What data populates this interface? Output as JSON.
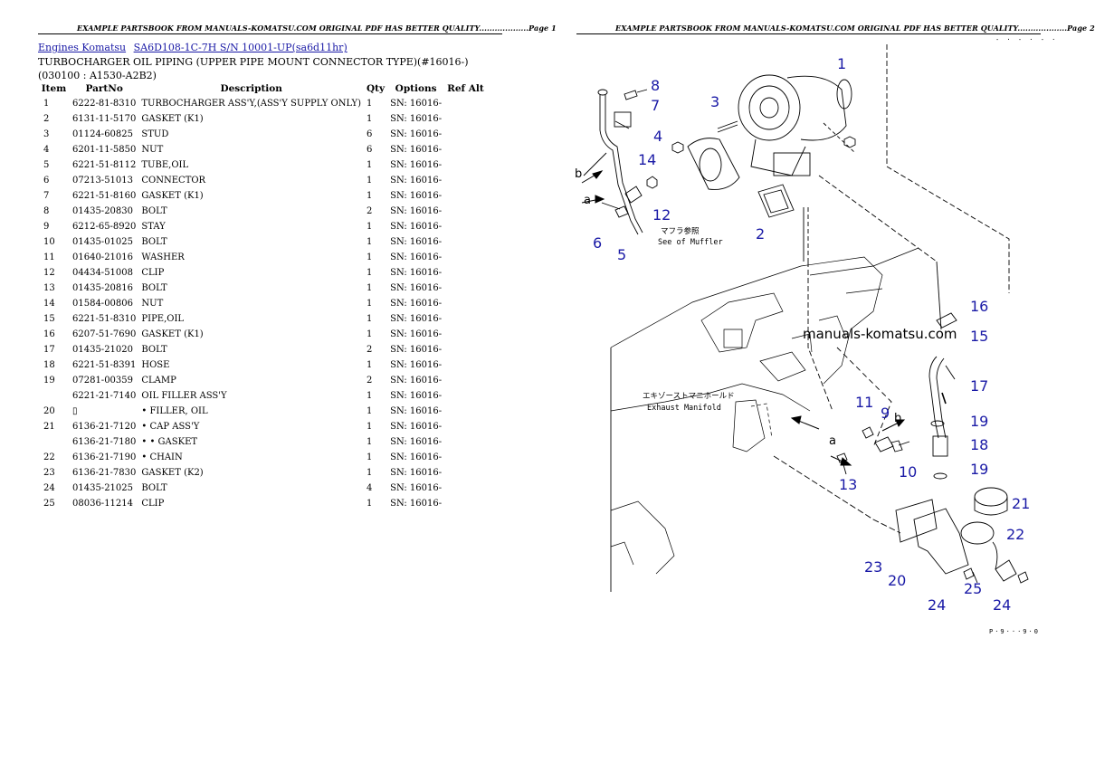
{
  "left_page": {
    "header": "EXAMPLE PARTSBOOK FROM MANUALS-KOMATSU.COM ORIGINAL PDF HAS BETTER QUALITY...................Page 1",
    "breadcrumbs": [
      "Engines Komatsu",
      "SA6D108-1C-7H S/N 10001-UP(sa6d11hr)"
    ],
    "title": "TURBOCHARGER OIL PIPING (UPPER PIPE MOUNT CONNECTOR TYPE)(#16016-)(030100 : A1530-A2B2)",
    "columns": [
      "Item",
      "PartNo",
      "Description",
      "Qty",
      "Options",
      "Ref Alt"
    ],
    "rows": [
      {
        "item": "1",
        "part": "6222-81-8310",
        "desc": "TURBOCHARGER ASS'Y,(ASS'Y SUPPLY ONLY)",
        "qty": "1",
        "opt": "SN: 16016-",
        "ref": ""
      },
      {
        "item": "2",
        "part": "6131-11-5170",
        "desc": "GASKET (K1)",
        "qty": "1",
        "opt": "SN: 16016-",
        "ref": ""
      },
      {
        "item": "3",
        "part": "01124-60825",
        "desc": "STUD",
        "qty": "6",
        "opt": "SN: 16016-",
        "ref": ""
      },
      {
        "item": "4",
        "part": "6201-11-5850",
        "desc": "NUT",
        "qty": "6",
        "opt": "SN: 16016-",
        "ref": ""
      },
      {
        "item": "5",
        "part": "6221-51-8112",
        "desc": "TUBE,OIL",
        "qty": "1",
        "opt": "SN: 16016-",
        "ref": ""
      },
      {
        "item": "6",
        "part": "07213-51013",
        "desc": "CONNECTOR",
        "qty": "1",
        "opt": "SN: 16016-",
        "ref": ""
      },
      {
        "item": "7",
        "part": "6221-51-8160",
        "desc": "GASKET (K1)",
        "qty": "1",
        "opt": "SN: 16016-",
        "ref": ""
      },
      {
        "item": "8",
        "part": "01435-20830",
        "desc": "BOLT",
        "qty": "2",
        "opt": "SN: 16016-",
        "ref": ""
      },
      {
        "item": "9",
        "part": "6212-65-8920",
        "desc": "STAY",
        "qty": "1",
        "opt": "SN: 16016-",
        "ref": ""
      },
      {
        "item": "10",
        "part": "01435-01025",
        "desc": "BOLT",
        "qty": "1",
        "opt": "SN: 16016-",
        "ref": ""
      },
      {
        "item": "11",
        "part": "01640-21016",
        "desc": "WASHER",
        "qty": "1",
        "opt": "SN: 16016-",
        "ref": ""
      },
      {
        "item": "12",
        "part": "04434-51008",
        "desc": "CLIP",
        "qty": "1",
        "opt": "SN: 16016-",
        "ref": ""
      },
      {
        "item": "13",
        "part": "01435-20816",
        "desc": "BOLT",
        "qty": "1",
        "opt": "SN: 16016-",
        "ref": ""
      },
      {
        "item": "14",
        "part": "01584-00806",
        "desc": "NUT",
        "qty": "1",
        "opt": "SN: 16016-",
        "ref": ""
      },
      {
        "item": "15",
        "part": "6221-51-8310",
        "desc": "PIPE,OIL",
        "qty": "1",
        "opt": "SN: 16016-",
        "ref": ""
      },
      {
        "item": "16",
        "part": "6207-51-7690",
        "desc": "GASKET (K1)",
        "qty": "1",
        "opt": "SN: 16016-",
        "ref": ""
      },
      {
        "item": "17",
        "part": "01435-21020",
        "desc": "BOLT",
        "qty": "2",
        "opt": "SN: 16016-",
        "ref": ""
      },
      {
        "item": "18",
        "part": "6221-51-8391",
        "desc": "HOSE",
        "qty": "1",
        "opt": "SN: 16016-",
        "ref": ""
      },
      {
        "item": "19",
        "part": "07281-00359",
        "desc": "CLAMP",
        "qty": "2",
        "opt": "SN: 16016-",
        "ref": ""
      },
      {
        "item": "",
        "part": "6221-21-7140",
        "desc": "OIL FILLER ASS'Y",
        "qty": "1",
        "opt": "SN: 16016-",
        "ref": ""
      },
      {
        "item": "20",
        "part": "▯",
        "desc": "• FILLER, OIL",
        "qty": "1",
        "opt": "SN: 16016-",
        "ref": ""
      },
      {
        "item": "21",
        "part": "6136-21-7120",
        "desc": "• CAP ASS'Y",
        "qty": "1",
        "opt": "SN: 16016-",
        "ref": ""
      },
      {
        "item": "",
        "part": "6136-21-7180",
        "desc": "• • GASKET",
        "qty": "1",
        "opt": "SN: 16016-",
        "ref": ""
      },
      {
        "item": "22",
        "part": "6136-21-7190",
        "desc": "• CHAIN",
        "qty": "1",
        "opt": "SN: 16016-",
        "ref": ""
      },
      {
        "item": "23",
        "part": "6136-21-7830",
        "desc": "GASKET (K2)",
        "qty": "1",
        "opt": "SN: 16016-",
        "ref": ""
      },
      {
        "item": "24",
        "part": "01435-21025",
        "desc": "BOLT",
        "qty": "4",
        "opt": "SN: 16016-",
        "ref": ""
      },
      {
        "item": "25",
        "part": "08036-11214",
        "desc": "CLIP",
        "qty": "1",
        "opt": "SN: 16016-",
        "ref": ""
      }
    ]
  },
  "right_page": {
    "header": "EXAMPLE PARTSBOOK FROM MANUALS-KOMATSU.COM ORIGINAL PDF HAS BETTER QUALITY...................Page 2",
    "watermark": "manuals-komatsu.com",
    "muffler_label_jp": "マフラ参照",
    "muffler_label_en": "See of Muffler",
    "manifold_label_jp": "エキゾーストマニホールド",
    "manifold_label_en": "Exhaust Manifold",
    "figure_code": "P·9···9·0",
    "corner_mark": "- · - · - ·",
    "letter_a": "a",
    "letter_b": "b",
    "callouts": [
      "1",
      "2",
      "3",
      "4",
      "5",
      "6",
      "7",
      "8",
      "9",
      "10",
      "11",
      "12",
      "13",
      "14",
      "15",
      "16",
      "17",
      "18",
      "19",
      "19",
      "20",
      "21",
      "22",
      "23",
      "24",
      "24",
      "25"
    ]
  }
}
